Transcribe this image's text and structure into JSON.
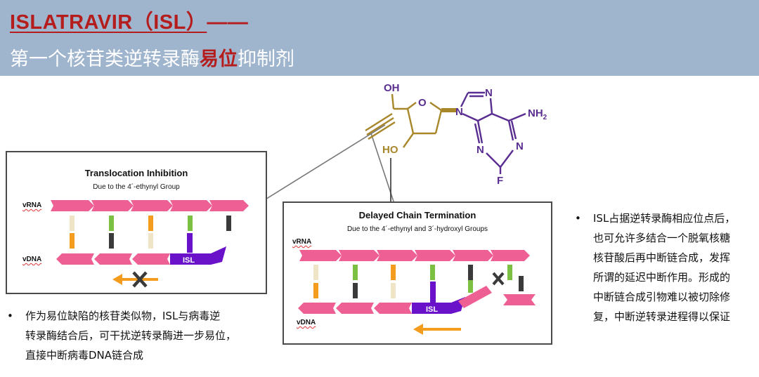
{
  "header": {
    "title_line1": "ISLATRAVIR（ISL）",
    "title_dash": "——",
    "title_line2_pre": "第一个核苷类逆转录酶",
    "title_line2_highlight": "易位",
    "title_line2_post": "抑制剂"
  },
  "molecule": {
    "oh_top": "OH",
    "ring_o": "O",
    "ho_bottom": "HO",
    "n_imid_top": "N",
    "n_imid_left": "N",
    "nh2": "NH",
    "nh2_sub": "2",
    "n_pyr_left": "N",
    "n_pyr_right": "N",
    "fluorine": "F"
  },
  "panel_translocation": {
    "title": "Translocation Inhibition",
    "subtitle": "Due to the 4´-ethynyl Group",
    "vrna_label": "vRNA",
    "vdna_label": "vDNA",
    "isl_label": "ISL"
  },
  "panel_delayed": {
    "title": "Delayed Chain Termination",
    "subtitle": "Due to the 4´-ethynyl and 3´-hydroxyl Groups",
    "vrna_label": "vRNA",
    "vdna_label": "vDNA",
    "isl_label": "ISL"
  },
  "bullet_left": {
    "marker": "•",
    "lines": [
      "作为易位缺陷的核苷类似物，ISL与病毒逆",
      "转录酶结合后，可干扰逆转录酶进一步易位，",
      "直接中断病毒DNA链合成"
    ]
  },
  "bullet_right": {
    "marker": "•",
    "lines": [
      "ISL占据逆转录酶相应位点后，",
      "也可允许多结合一个脱氧核糖",
      "核苷酸后再中断链合成，发挥",
      "所谓的延迟中断作用。形成的",
      "中断链合成引物难以被切除修",
      "复，中断逆转录进程得以保证"
    ]
  },
  "colors": {
    "header_bg": "#9fb4cd",
    "title_red": "#b51d1d",
    "strand_pink": "#ee5f93",
    "isl_purple": "#6a12c9",
    "base_green": "#7bc043",
    "base_orange": "#f39c1e",
    "base_dark": "#3a3a3a",
    "base_beige": "#efe4c6",
    "mol_gold": "#a8872a",
    "mol_purple": "#5a2d91"
  }
}
